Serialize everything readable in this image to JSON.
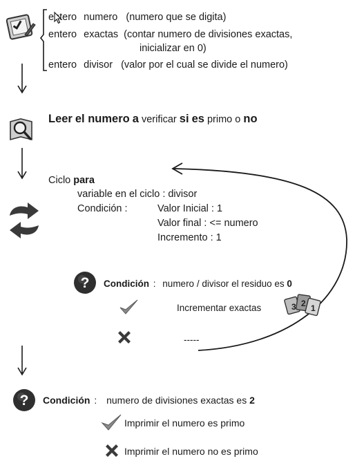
{
  "declarations": {
    "line1": {
      "type": "entero",
      "name": "numero",
      "desc": "(numero que se digita)"
    },
    "line2": {
      "type": "entero",
      "name": "exactas",
      "desc": "(contar numero de divisiones exactas,",
      "desc2": "inicializar en 0)"
    },
    "line3": {
      "type": "entero",
      "name": "divisor",
      "desc": "(valor por el cual se divide el numero)"
    }
  },
  "read_step": {
    "w1": "Leer",
    "w2": "el numero",
    "w3": "a",
    "w4": "verificar",
    "w5": "si",
    "w6": "es",
    "w7": "primo",
    "w8": "o",
    "w9": "no"
  },
  "loop": {
    "title_prefix": "Ciclo ",
    "title_bold": "para",
    "var_line": "variable en el ciclo  : divisor",
    "cond_label": "Condición  :",
    "init_label": "Valor Inicial  : 1",
    "final_label": "Valor final    :  <= numero",
    "incr_label": "Incremento  :  1"
  },
  "inner_condition": {
    "label": "Condición",
    "sep": ":",
    "text": "numero / divisor  el residuo  es",
    "value": "0",
    "true_action": "Incrementar exactas",
    "false_action": "-----"
  },
  "final_condition": {
    "label": "Condición",
    "sep": ":",
    "text": "numero de divisiones exactas es",
    "value": "2",
    "true_action": "Imprimir el numero es primo",
    "false_action": "Imprimir el numero no es primo"
  },
  "colors": {
    "text": "#1a1a1a",
    "icon_dark": "#2b2b2b",
    "icon_mid": "#6e6e6e",
    "icon_light": "#b9b9b9"
  },
  "icons": [
    "checklist-icon",
    "magnifier-book-icon",
    "loop-arrows-icon",
    "question-icon",
    "checkmark-icon",
    "cross-icon",
    "counter-cards-icon",
    "cursor-icon"
  ]
}
